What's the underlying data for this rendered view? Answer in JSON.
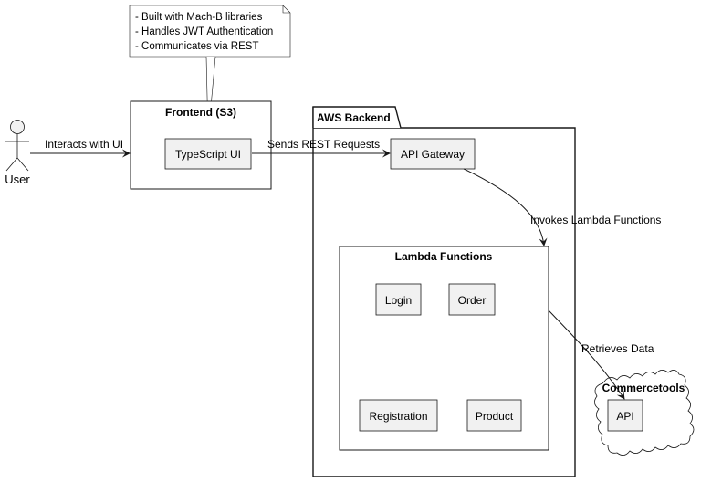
{
  "actor": {
    "label": "User"
  },
  "note": {
    "lines": [
      "- Built with Mach-B libraries",
      "- Handles JWT Authentication",
      "- Communicates via REST"
    ]
  },
  "frontend": {
    "title": "Frontend (S3)",
    "component": "TypeScript UI"
  },
  "backend": {
    "title": "AWS Backend",
    "gateway": "API Gateway",
    "lambda": {
      "title": "Lambda Functions",
      "functions": [
        "Login",
        "Order",
        "Registration",
        "Product"
      ]
    }
  },
  "external": {
    "title": "Commercetools",
    "component": "API"
  },
  "edges": {
    "user_to_ui": "Interacts with UI",
    "ui_to_gateway": "Sends REST Requests",
    "gateway_to_lambda": "Invokes Lambda Functions",
    "lambda_to_api": "Retrieves Data"
  }
}
